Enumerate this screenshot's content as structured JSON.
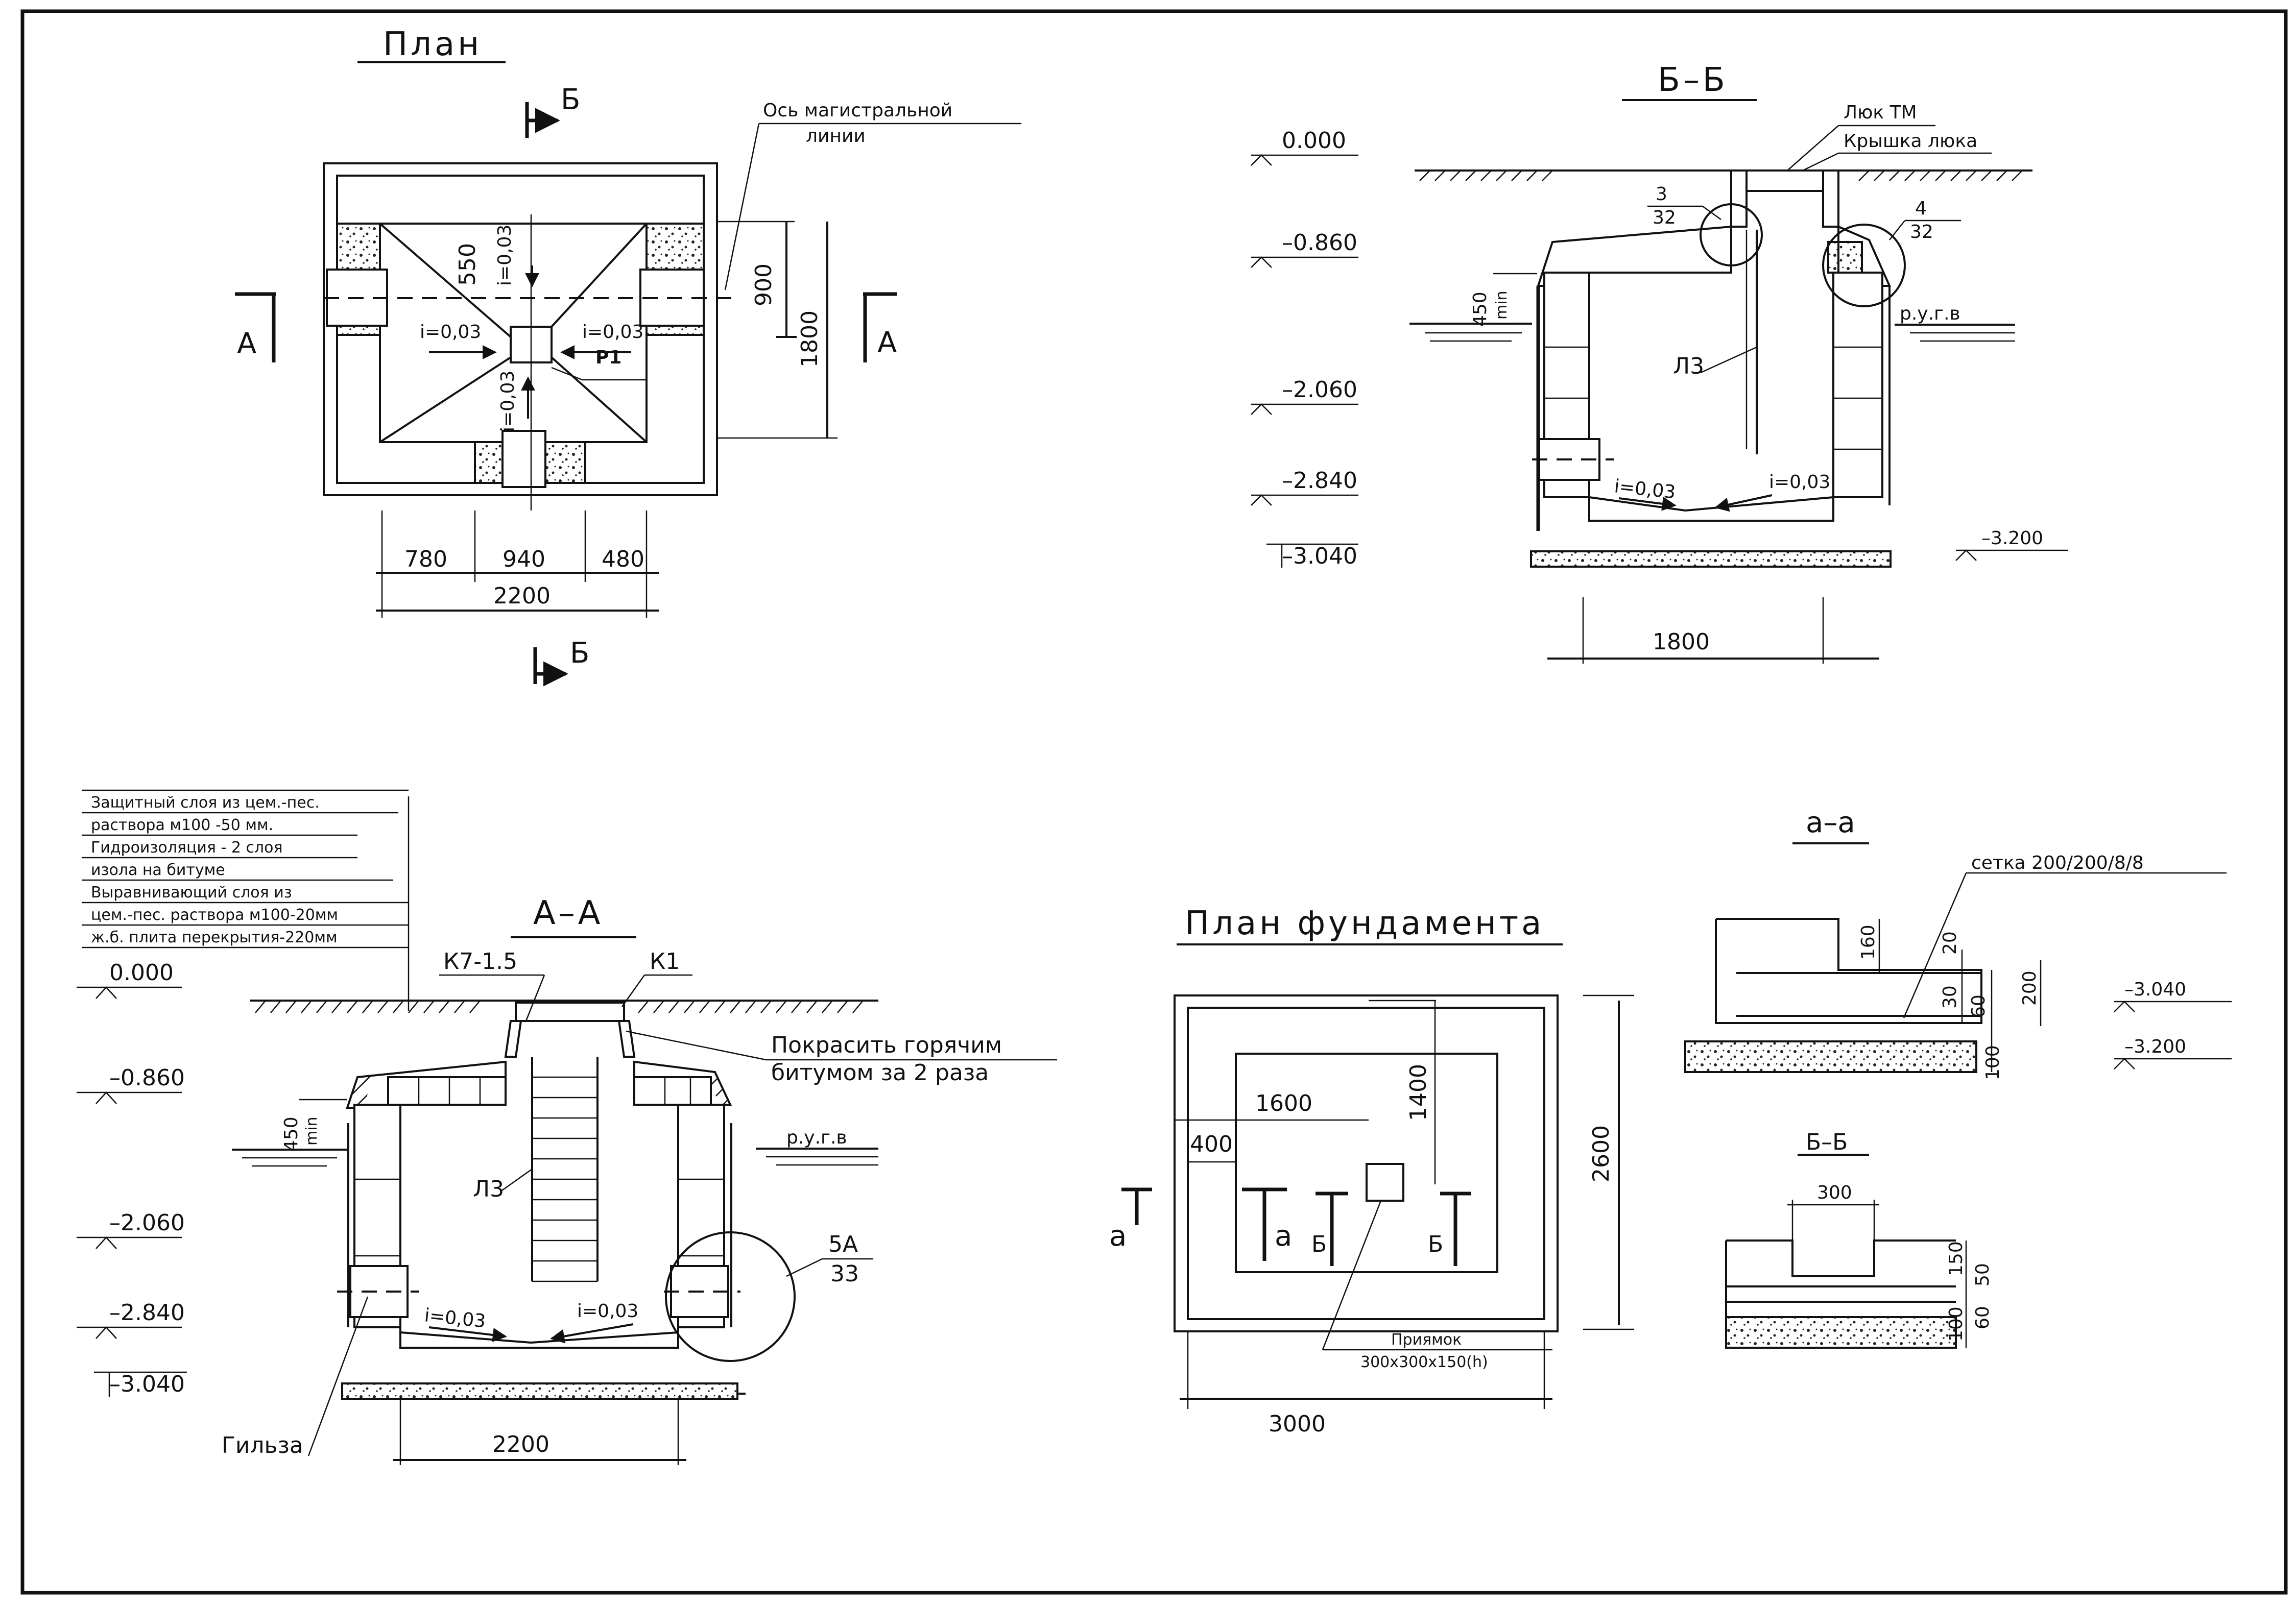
{
  "plan": {
    "title": "План",
    "section_label": "Б",
    "section_side": "А",
    "axis_note_line1": "Ось магистральной",
    "axis_note_line2": "линии",
    "slope": "i=0,03",
    "pit_label": "Р1",
    "dim_550": "550",
    "dim_900": "900",
    "dim_1800": "1800",
    "dim_780": "780",
    "dim_940": "940",
    "dim_480": "480",
    "dim_2200": "2200"
  },
  "section_bb": {
    "title": "Б–Б",
    "hatch_label": "Люк ТМ",
    "cover_label": "Крышка люка",
    "ref3_top": "3",
    "ref3_bottom": "32",
    "ref4_top": "4",
    "ref4_bottom": "32",
    "lz": "Л3",
    "ugv": "р.у.г.в",
    "min450": "450",
    "min_label": "min",
    "slope": "i=0,03",
    "lv_000": "0.000",
    "lv_0860": "–0.860",
    "lv_2060": "–2.060",
    "lv_2840": "–2.840",
    "lv_3040": "–3.040",
    "lv_3200": "–3.200",
    "dim_1800": "1800"
  },
  "notes": {
    "lines": [
      "Защитный слоя из цем.-пес.",
      "раствора м100  -50 мм.",
      "Гидроизоляция - 2 слоя",
      "изола на битуме",
      "Выравнивающий слоя из",
      "цем.-пес. раствора м100-20мм",
      "ж.б. плита перекрытия-220мм"
    ]
  },
  "section_aa": {
    "title": "А–А",
    "k7": "К7-1.5",
    "k1": "К1",
    "paint_line1": "Покрасить горячим",
    "paint_line2": "битумом за 2 раза",
    "lz": "Л3",
    "ugv": "р.у.г.в",
    "min450": "450",
    "min_label": "min",
    "slope": "i=0,03",
    "ref5_top": "5А",
    "ref5_bottom": "33",
    "sleeve": "Гильза",
    "lv_000": "0.000",
    "lv_0860": "–0.860",
    "lv_2060": "–2.060",
    "lv_2840": "–2.840",
    "lv_3040": "–3.040",
    "dim_2200": "2200"
  },
  "foundation": {
    "title": "План фундамента",
    "sec_a": "а",
    "sec_b": "Б",
    "dim_1600": "1600",
    "dim_400": "400",
    "dim_1400": "1400",
    "dim_2600": "2600",
    "dim_3000": "3000",
    "pit_line1": "Приямок",
    "pit_line2": "300x300x150(h)"
  },
  "detail_aa": {
    "title": "а–а",
    "mesh": "сетка 200/200/8/8",
    "d160": "160",
    "d20": "20",
    "d30": "30",
    "d60": "60",
    "d200": "200",
    "d100": "100",
    "lv_3040": "–3.040",
    "lv_3200": "–3.200"
  },
  "detail_bb": {
    "title": "Б–Б",
    "d300": "300",
    "d150": "150",
    "d50": "50",
    "d60": "60",
    "d100": "100"
  }
}
